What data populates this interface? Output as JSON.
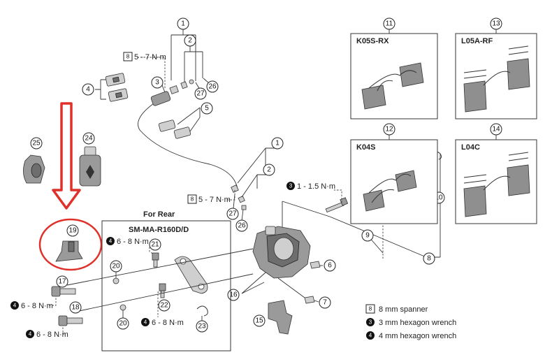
{
  "callouts": {
    "c1a": "1",
    "c1b": "1",
    "c2a": "2",
    "c2b": "2",
    "c3": "3",
    "c4": "4",
    "c5": "5",
    "c6": "6",
    "c7": "7",
    "c8": "8",
    "c9": "9",
    "c10": "10",
    "c11": "11",
    "c12": "12",
    "c13": "13",
    "c14": "14",
    "c15": "15",
    "c16": "16",
    "c17": "17",
    "c18": "18",
    "c19": "19",
    "c20a": "20",
    "c20b": "20",
    "c21": "21",
    "c22": "22",
    "c23": "23",
    "c24": "24",
    "c25": "25",
    "c26a": "26",
    "c26b": "26",
    "c27a": "27",
    "c27b": "27"
  },
  "torque": {
    "top_hose": "5 - 7 N·m",
    "mid_hose": "5 - 7 N·m",
    "bolt_top": "1 - 1.5 N·m",
    "adapter_21": "6 - 8 N·m",
    "adapter_22": "6 - 8 N·m",
    "bolt_17": "6 - 8 N·m",
    "bolt_18": "6 - 8 N·m"
  },
  "tool_badges": {
    "top_hose": "8",
    "mid_hose": "8",
    "bolt_top": "3",
    "adapter_21": "4",
    "adapter_22": "4",
    "bolt_17": "4",
    "bolt_18": "4"
  },
  "for_rear": "For Rear",
  "adapter_model": "SM-MA-R160D/D",
  "pads": {
    "p11": "K05S-RX",
    "p12": "K04S",
    "p13": "L05A-RF",
    "p14": "L04C"
  },
  "legend": [
    {
      "badge": "8",
      "text": "8 mm spanner"
    },
    {
      "badge": "3",
      "text": "3 mm hexagon wrench"
    },
    {
      "badge": "4",
      "text": "4 mm hexagon wrench"
    }
  ],
  "colors": {
    "highlight": "#e0302a",
    "ink": "#222222",
    "part": "#9a9a9a"
  }
}
